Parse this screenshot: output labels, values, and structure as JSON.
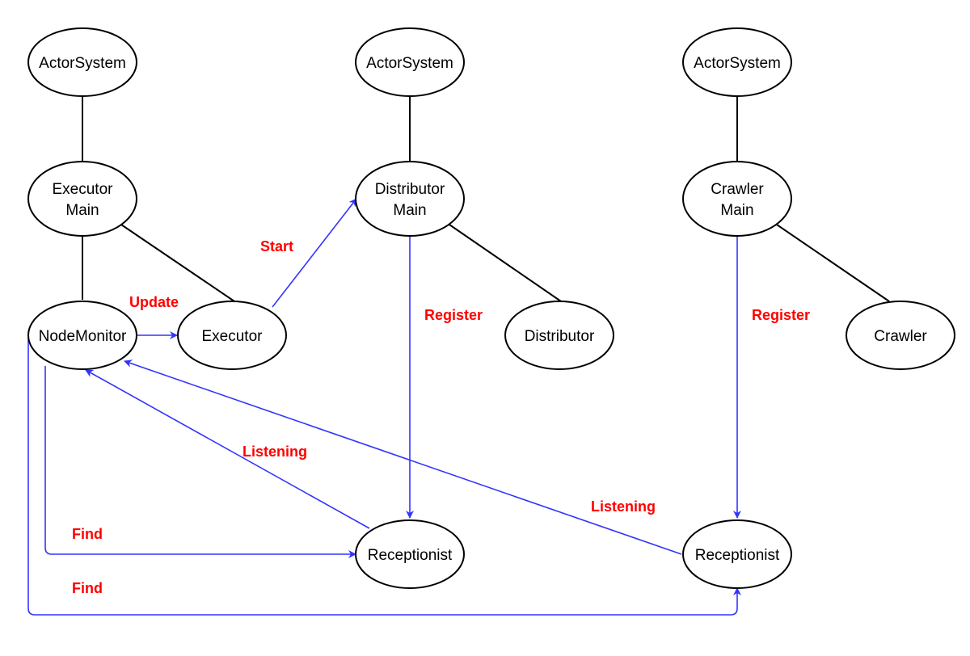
{
  "colors": {
    "node_stroke": "#000000",
    "node_fill": "#ffffff",
    "tree_line": "#000000",
    "message_arrow": "#3333ff",
    "label": "#ff0000"
  },
  "nodes": {
    "actor_system_1": [
      "ActorSystem"
    ],
    "executor_main": [
      "Executor",
      "Main"
    ],
    "node_monitor": [
      "NodeMonitor"
    ],
    "executor": [
      "Executor"
    ],
    "actor_system_2": [
      "ActorSystem"
    ],
    "distributor_main": [
      "Distributor",
      "Main"
    ],
    "distributor": [
      "Distributor"
    ],
    "receptionist_1": [
      "Receptionist"
    ],
    "actor_system_3": [
      "ActorSystem"
    ],
    "crawler_main": [
      "Crawler",
      "Main"
    ],
    "crawler": [
      "Crawler"
    ],
    "receptionist_2": [
      "Receptionist"
    ]
  },
  "labels": {
    "start": "Start",
    "update": "Update",
    "register_1": "Register",
    "register_2": "Register",
    "listening_1": "Listening",
    "listening_2": "Listening",
    "find_1": "Find",
    "find_2": "Find"
  }
}
